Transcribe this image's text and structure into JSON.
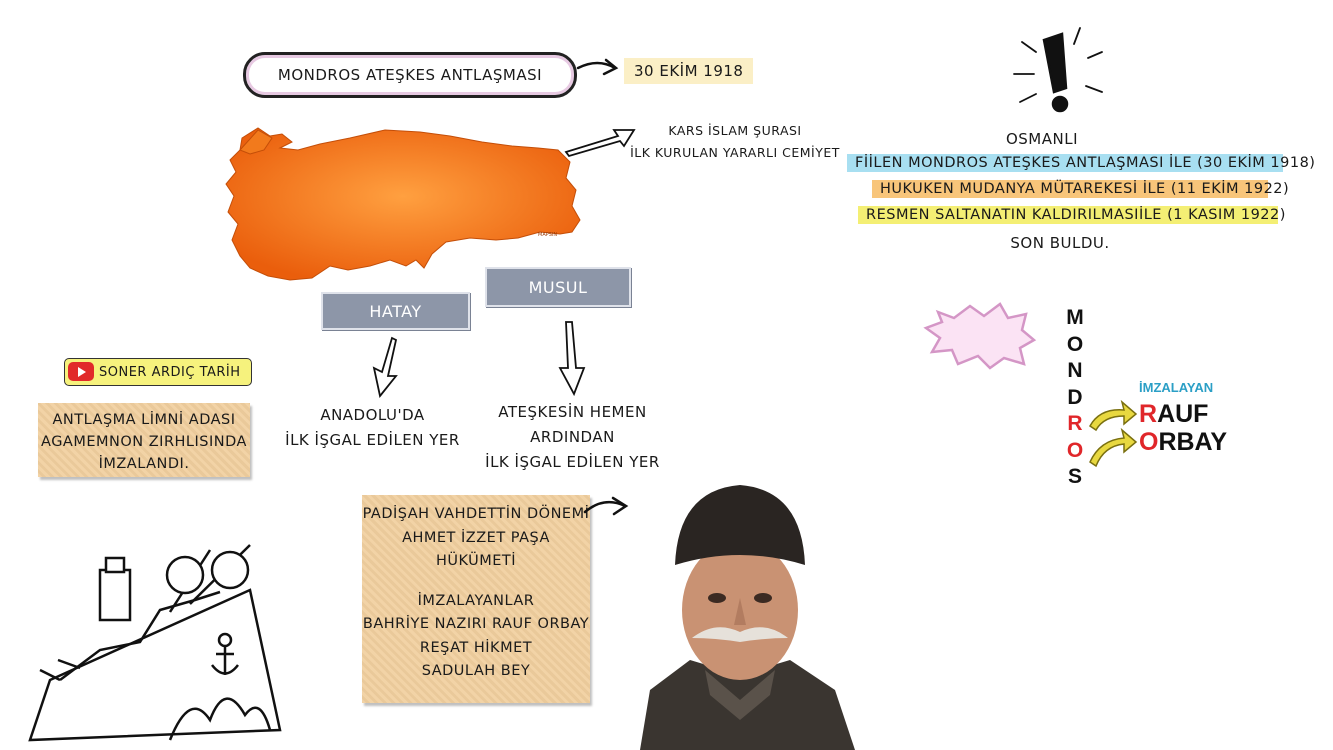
{
  "header": {
    "title": "MONDROS ATEŞKES ANTLAŞMASI",
    "date": "30 EKİM 1918"
  },
  "kars_note": {
    "line1": "KARS İSLAM ŞURASI",
    "line2": "İLK KURULAN YARARLI CEMİYET"
  },
  "map": {
    "watermark": "MAPSIN",
    "fill_color": "#f27a1c"
  },
  "regions": {
    "hatay": {
      "label": "HATAY",
      "note_line1": "ANADOLU'DA",
      "note_line2": "İLK İŞGAL EDİLEN YER"
    },
    "musul": {
      "label": "MUSUL",
      "note_line1": "ATEŞKESİN HEMEN ARDINDAN",
      "note_line2": "İLK İŞGAL EDİLEN YER"
    }
  },
  "osmanli": {
    "title": "OSMANLI",
    "line1": "FİİLEN MONDROS ATEŞKES ANTLAŞMASI İLE (30 EKİM 1918)",
    "line2": "HUKUKEN MUDANYA MÜTAREKESİ İLE (11 EKİM 1922)",
    "line3": "RESMEN SALTANATIN KALDIRILMASIİLE (1 KASIM 1922)",
    "end": "SON BULDU."
  },
  "dikkat": {
    "label": "DİKKAT"
  },
  "mnemonic": {
    "letters": [
      "M",
      "O",
      "N",
      "D",
      "R",
      "O",
      "S"
    ],
    "red_indices": [
      4,
      5
    ],
    "signer_label": "İMZALAYAN",
    "rauf_first": "R",
    "rauf_rest": "AUF",
    "orbay_first": "O",
    "orbay_rest": "RBAY",
    "accent_red": "#e0262a",
    "accent_blue": "#2b9fc6"
  },
  "channel": {
    "name": "SONER ARDIÇ TARİH",
    "icon": "youtube-icon"
  },
  "limni_note": {
    "line1": "ANTLAŞMA LİMNİ ADASI",
    "line2": "AGAMEMNON ZIRHLISINDA",
    "line3": "İMZALANDI."
  },
  "padisah_note": {
    "line1": "PADİŞAH VAHDETTİN DÖNEMİ",
    "line2": "AHMET İZZET PAŞA HÜKÜMETİ",
    "line3": "İMZALAYANLAR",
    "line4": "BAHRİYE NAZIRI RAUF ORBAY",
    "line5": "REŞAT HİKMET",
    "line6": "SADULAH BEY"
  }
}
